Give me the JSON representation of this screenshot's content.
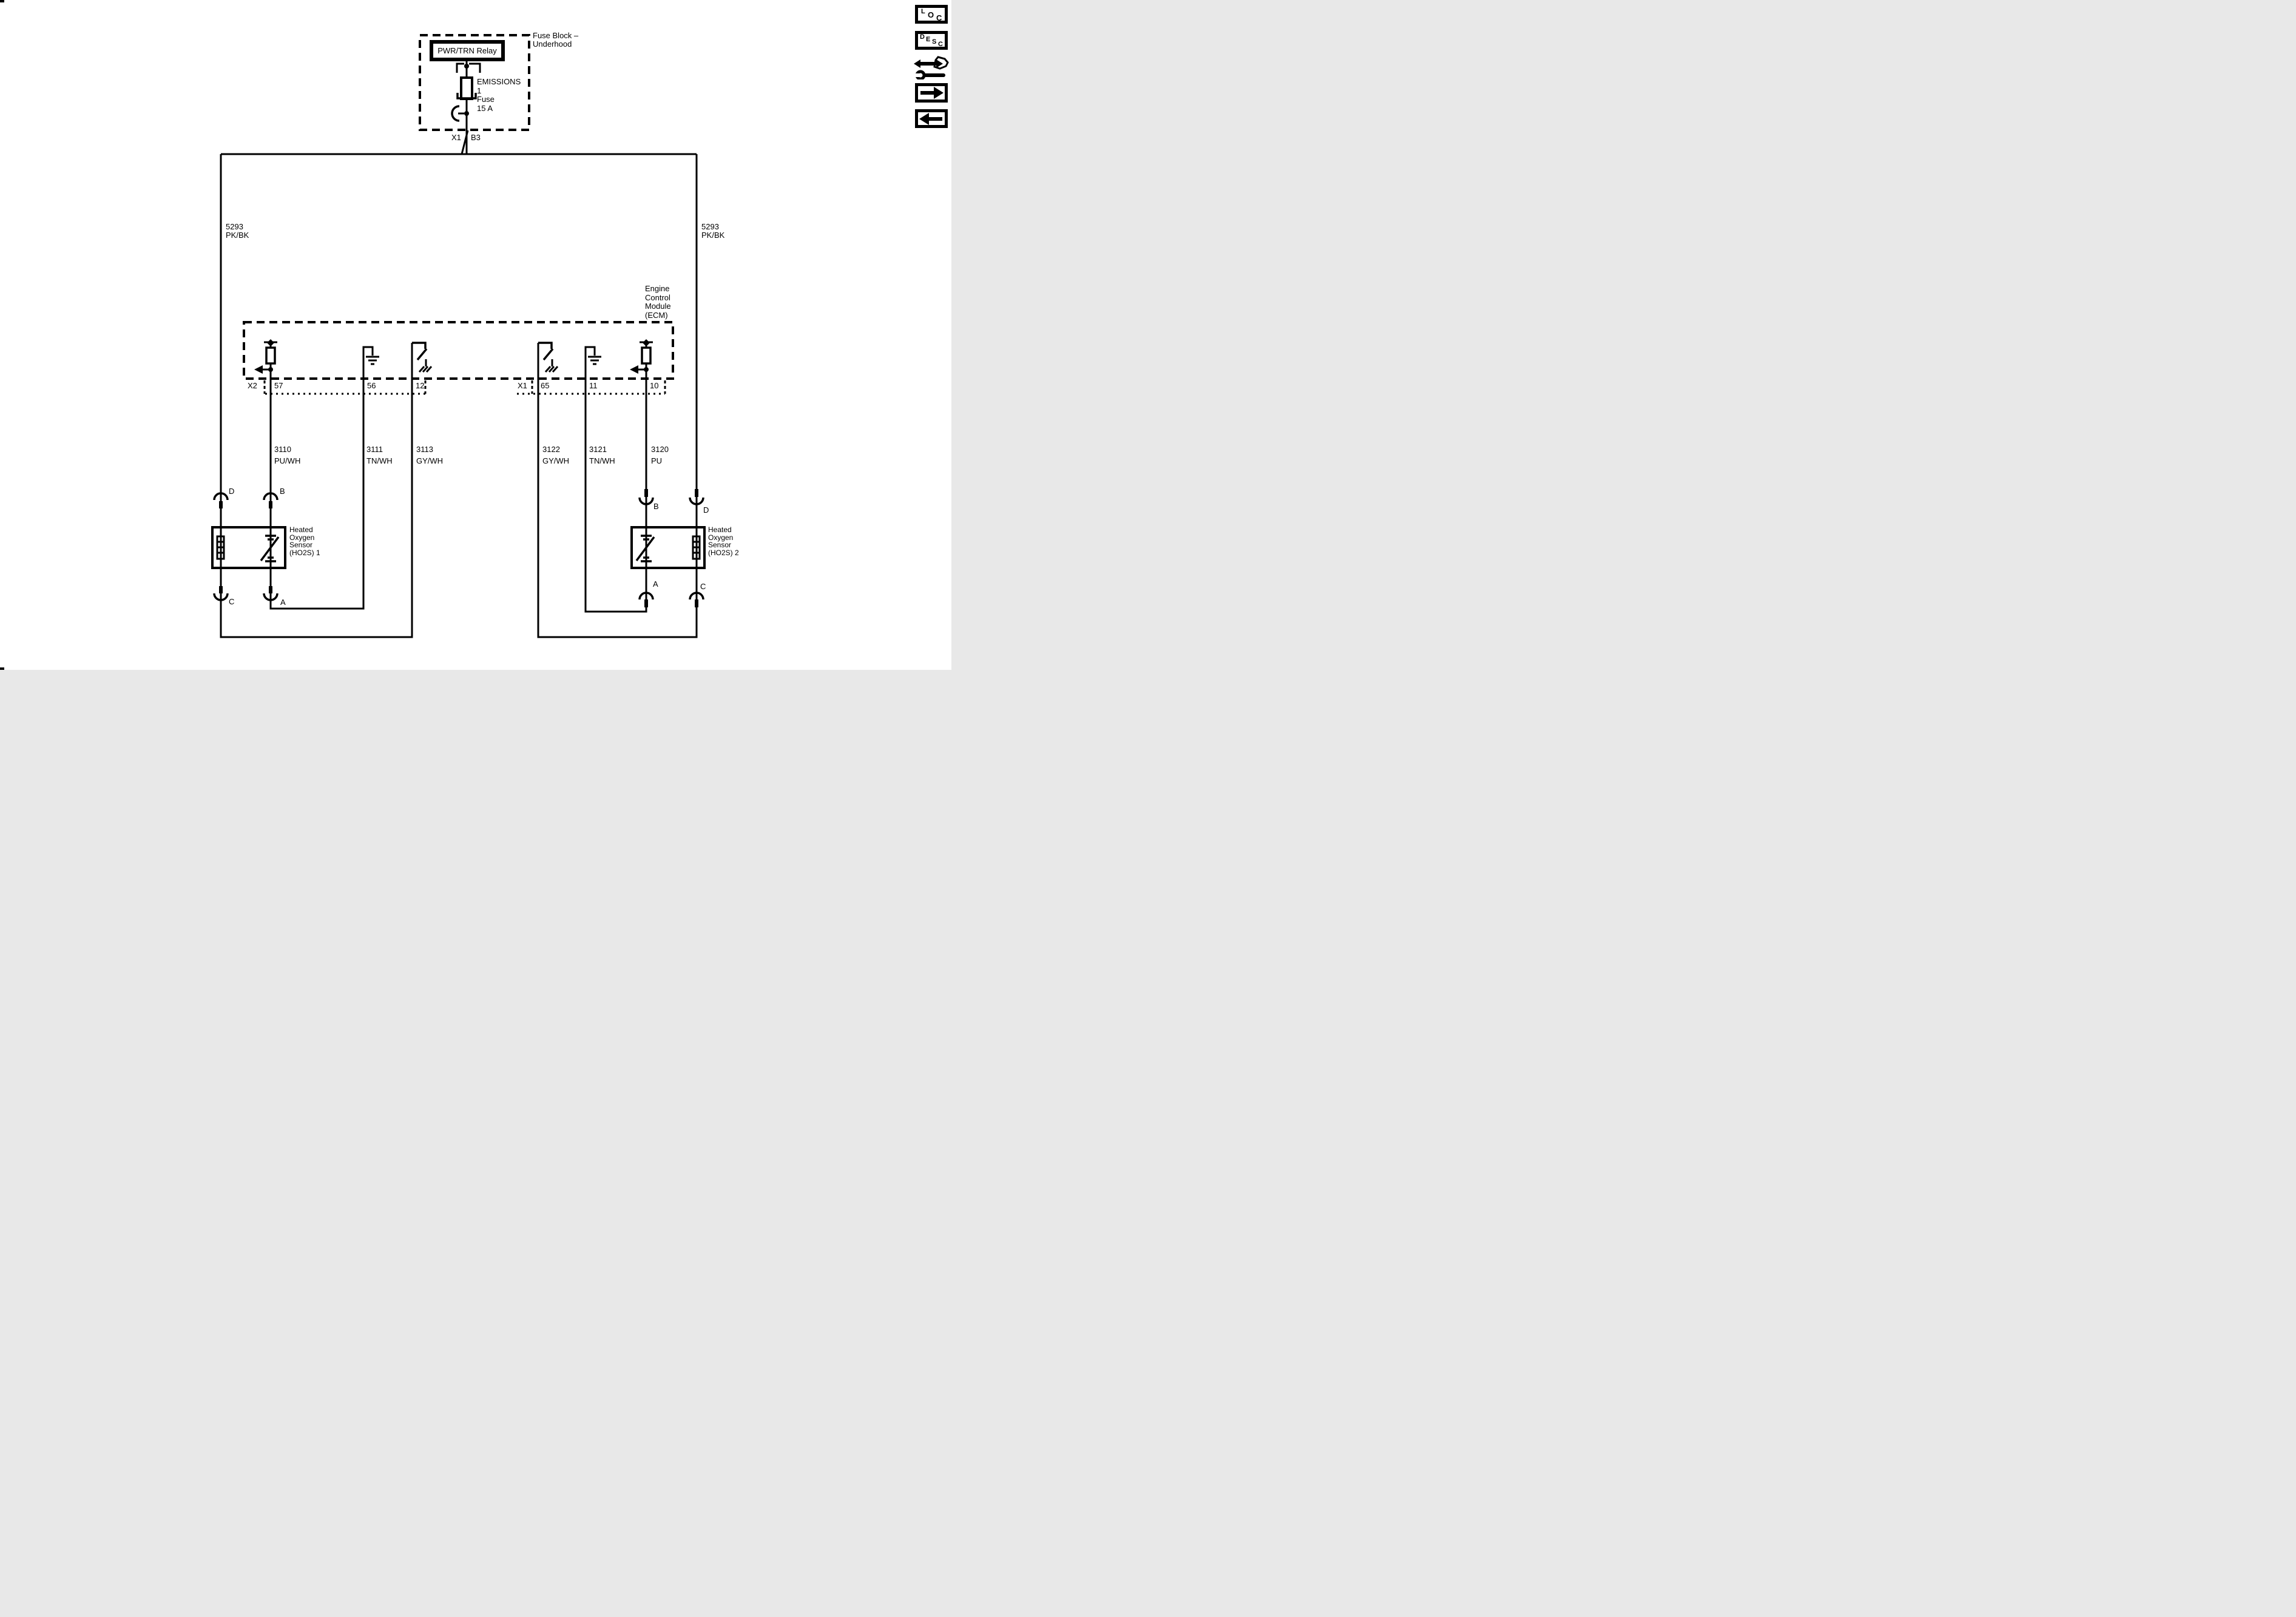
{
  "fuse_block": {
    "title_line1": "Fuse Block –",
    "title_line2": "Underhood",
    "relay_label": "PWR/TRN Relay",
    "fuse_name": "EMISSIONS",
    "fuse_number": "1",
    "fuse_word": "Fuse",
    "fuse_rating": "15 A",
    "connector_id": "X1",
    "terminal_id": "B3"
  },
  "power_circuit": {
    "left_wire_number": "5293",
    "left_wire_color": "PK/BK",
    "right_wire_number": "5293",
    "right_wire_color": "PK/BK"
  },
  "ecm": {
    "name_line1": "Engine",
    "name_line2": "Control",
    "name_line3": "Module",
    "name_line4": "(ECM)",
    "connector_x2": "X2",
    "connector_x1": "X1",
    "pin_57": "57",
    "pin_56": "56",
    "pin_12": "12",
    "pin_65": "65",
    "pin_11": "11",
    "pin_10": "10"
  },
  "wires": {
    "w3110_number": "3110",
    "w3110_color": "PU/WH",
    "w3111_number": "3111",
    "w3111_color": "TN/WH",
    "w3113_number": "3113",
    "w3113_color": "GY/WH",
    "w3122_number": "3122",
    "w3122_color": "GY/WH",
    "w3121_number": "3121",
    "w3121_color": "TN/WH",
    "w3120_number": "3120",
    "w3120_color": "PU"
  },
  "ho2s1": {
    "name_line1": "Heated",
    "name_line2": "Oxygen",
    "name_line3": "Sensor",
    "name_line4": "(HO2S) 1",
    "term_d": "D",
    "term_b": "B",
    "term_c": "C",
    "term_a": "A"
  },
  "ho2s2": {
    "name_line1": "Heated",
    "name_line2": "Oxygen",
    "name_line3": "Sensor",
    "name_line4": "(HO2S) 2",
    "term_b": "B",
    "term_d": "D",
    "term_a": "A",
    "term_c": "C"
  },
  "sidebar": {
    "loc_l": "L",
    "loc_o": "O",
    "loc_c": "C",
    "desc_d": "D",
    "desc_e": "E",
    "desc_s": "S",
    "desc_c": "C"
  },
  "colors": {
    "ink": "#000000",
    "paper": "#ffffff"
  }
}
